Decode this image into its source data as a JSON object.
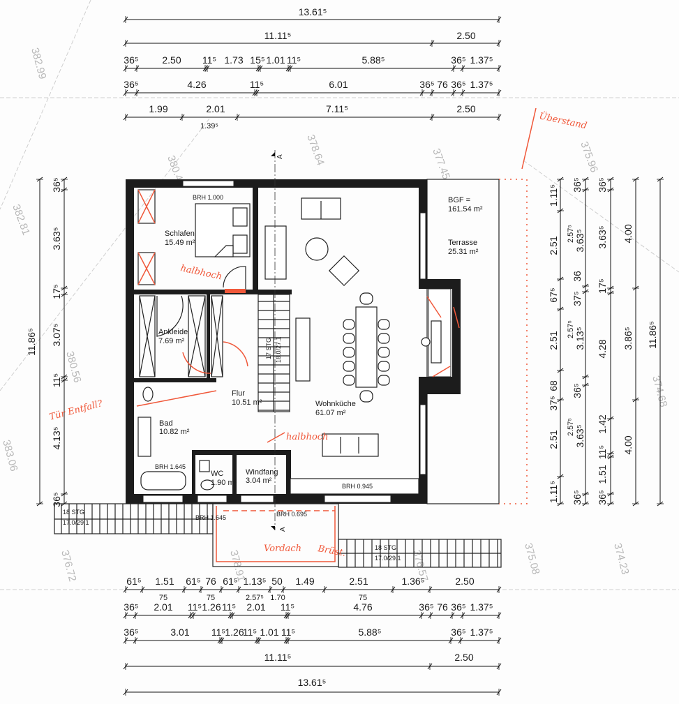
{
  "dimensions": {
    "top": [
      [
        "13.61⁵"
      ],
      [
        "11.11⁵",
        "2.50"
      ],
      [
        "36⁵",
        "2.50",
        "11⁵",
        "1.73",
        "15⁵",
        "1.01",
        "11⁵",
        "5.88⁵",
        "36⁵",
        "1.37⁵"
      ],
      [
        "36⁵",
        "4.26",
        "11⁵",
        "6.01",
        "36⁵",
        "76",
        "36⁵",
        "1.37⁵"
      ],
      [
        "1.99",
        "2.01",
        "7.11⁵",
        "2.50",
        "1.39⁵"
      ]
    ],
    "bottom": [
      [
        "61⁵",
        "1.51",
        "61⁵",
        "76",
        "61⁵",
        "1.13⁵",
        "50",
        "1.49",
        "2.51",
        "1.36⁵",
        "2.50"
      ],
      [
        "36⁵",
        "2.01",
        "11⁵",
        "1.26",
        "11⁵",
        "2.01",
        "1.70",
        "11⁵",
        "4.76",
        "36⁵",
        "76",
        "36⁵",
        "1.37⁵",
        "75",
        "75",
        "2.57⁵",
        "75"
      ],
      [
        "36⁵",
        "3.01",
        "11⁵",
        "1.26",
        "11⁵",
        "1.01",
        "11⁵",
        "5.88⁵",
        "36⁵",
        "1.37⁵"
      ],
      [
        "11.11⁵",
        "2.50"
      ],
      [
        "13.61⁵"
      ]
    ],
    "left": [
      [
        "11.86⁵"
      ],
      [
        "36⁵",
        "3.63⁵",
        "17⁵",
        "3.07⁵",
        "11⁵",
        "4.13⁵",
        "36⁵"
      ]
    ],
    "right": [
      [
        "1.11⁵",
        "2.51",
        "67⁵",
        "2.51",
        "68",
        "37⁵",
        "2.51",
        "1.11⁵"
      ],
      [
        "36⁵",
        "2.57⁵",
        "3.63⁵",
        "36",
        "37⁵",
        "2.57⁵",
        "3.13⁵",
        "36⁵",
        "2.57⁵",
        "3.63⁵",
        "36⁵"
      ],
      [
        "36⁵",
        "3.63⁵",
        "17⁵",
        "4.28",
        "1.42",
        "11⁵",
        "1.51",
        "36⁵"
      ],
      [
        "4.00",
        "3.86⁵",
        "4.00"
      ],
      [
        "11.86⁵"
      ]
    ]
  },
  "rooms": {
    "schlafen": {
      "name": "Schlafen",
      "area": "15.49 m²",
      "brh": "BRH 1.000"
    },
    "ankleide": {
      "name": "Ankleide",
      "area": "7.69 m²"
    },
    "flur": {
      "name": "Flur",
      "area": "10.51 m²"
    },
    "wohnkueche": {
      "name": "Wohnküche",
      "area": "61.07 m²",
      "brh": "BRH 0.945"
    },
    "bad": {
      "name": "Bad",
      "area": "10.82 m²",
      "brh": "BRH 1.645"
    },
    "wc": {
      "name": "WC",
      "area": "1.90 m²"
    },
    "windfang": {
      "name": "Windfang",
      "area": "3.04 m²",
      "brh": "BRH 0.695"
    },
    "terrasse": {
      "bgf": "BGF =",
      "bgf_area": "161.54 m²",
      "name": "Terrasse",
      "area": "25.31 m²"
    },
    "outside_brh": "BRH 1.645"
  },
  "stairs": {
    "inner": "17 STG",
    "inner_ratio": "18.0/27.1",
    "left": "18 STG",
    "left_ratio": "17.0/29.1",
    "right": "18 STG",
    "right_ratio": "17.0/29.1"
  },
  "section_marker": "A",
  "annotations": {
    "ueberstand": "Überstand",
    "halbhoch_1": "halbhoch",
    "halbhoch_2": "halbhoch",
    "tuer_entfall": "Tür Entfall?",
    "vordach": "Vordach",
    "bruest": "Brüst."
  },
  "survey_heights": [
    "382.99",
    "382.81",
    "380.45",
    "378.64",
    "377.45",
    "375.96",
    "374.68",
    "375.08",
    "374.23",
    "376.72",
    "378.91",
    "376.57",
    "380.56",
    "383.06"
  ],
  "colors": {
    "wall": "#1c1c1c",
    "annotation": "#f0583a",
    "survey": "#b8b8b8"
  }
}
